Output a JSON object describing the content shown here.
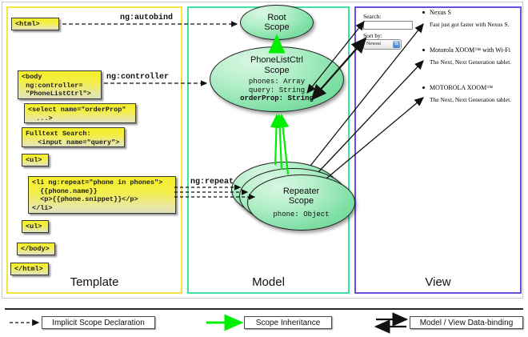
{
  "panels": [
    {
      "key": "template",
      "label": "Template",
      "color": "#f2e63a"
    },
    {
      "key": "model",
      "label": "Model",
      "color": "#3fe0a8"
    },
    {
      "key": "view",
      "label": "View",
      "color": "#6a4ee0"
    }
  ],
  "template": {
    "boxes": [
      {
        "name": "html-open-tag",
        "text": "<html>"
      },
      {
        "name": "body-controller",
        "text": "<body\n ng:controller=\n \"PhoneListCtrl\">"
      },
      {
        "name": "select-orderprop",
        "text": "<select name=\"orderProp\"\n  ...>"
      },
      {
        "name": "fulltext-search",
        "text": "Fulltext Search:\n   <input name=\"query\">"
      },
      {
        "name": "ul-open-tag",
        "text": "<ul>"
      },
      {
        "name": "li-ng-repeat",
        "text": "<li ng:repeat=\"phone in phones\">\n  {{phone.name}}\n  <p>{{phone.snippet}}</p>\n</li>"
      },
      {
        "name": "ul-close-tag",
        "text": "<ul>"
      },
      {
        "name": "body-close-tag",
        "text": "</body>"
      },
      {
        "name": "html-close-tag",
        "text": "</html>"
      }
    ]
  },
  "model": {
    "scopes": [
      {
        "name": "root-scope",
        "title": "Root\nScope",
        "props": ""
      },
      {
        "name": "phonelistctrl-scope",
        "title": "PhoneListCtrl\nScope",
        "props": "phones: Array\nquery: String",
        "bold_prop": "orderProp: String"
      },
      {
        "name": "repeater-scope",
        "title": "Repeater\nScope",
        "props": "phone: Object"
      }
    ]
  },
  "view": {
    "search_label": "Search:",
    "search_value": "",
    "sort_label": "Sort by:",
    "sort_selected": "Newest",
    "sort_options": [
      "Newest"
    ],
    "phones": [
      {
        "name": "Nexus S",
        "snippet": "Fast just got faster with Nexus S."
      },
      {
        "name": "Motorola XOOM™ with Wi-Fi",
        "snippet": "The Next, Next Generation tablet."
      },
      {
        "name": "MOTOROLA XOOM™",
        "snippet": "The Next, Next Generation tablet."
      }
    ]
  },
  "annotations": {
    "autobind": "ng:autobind",
    "controller": "ng:controller",
    "repeat": "ng:repeat"
  },
  "legend": [
    {
      "name": "implicit-scope-declaration",
      "label": "Implicit Scope Declaration",
      "style": "dashed-arrow",
      "color": "#111111"
    },
    {
      "name": "scope-inheritance",
      "label": "Scope Inheritance",
      "style": "green-arrow",
      "color": "#00ee00"
    },
    {
      "name": "model-view-data-binding",
      "label": "Model / View Data-binding",
      "style": "double-arrow",
      "color": "#111111"
    }
  ]
}
